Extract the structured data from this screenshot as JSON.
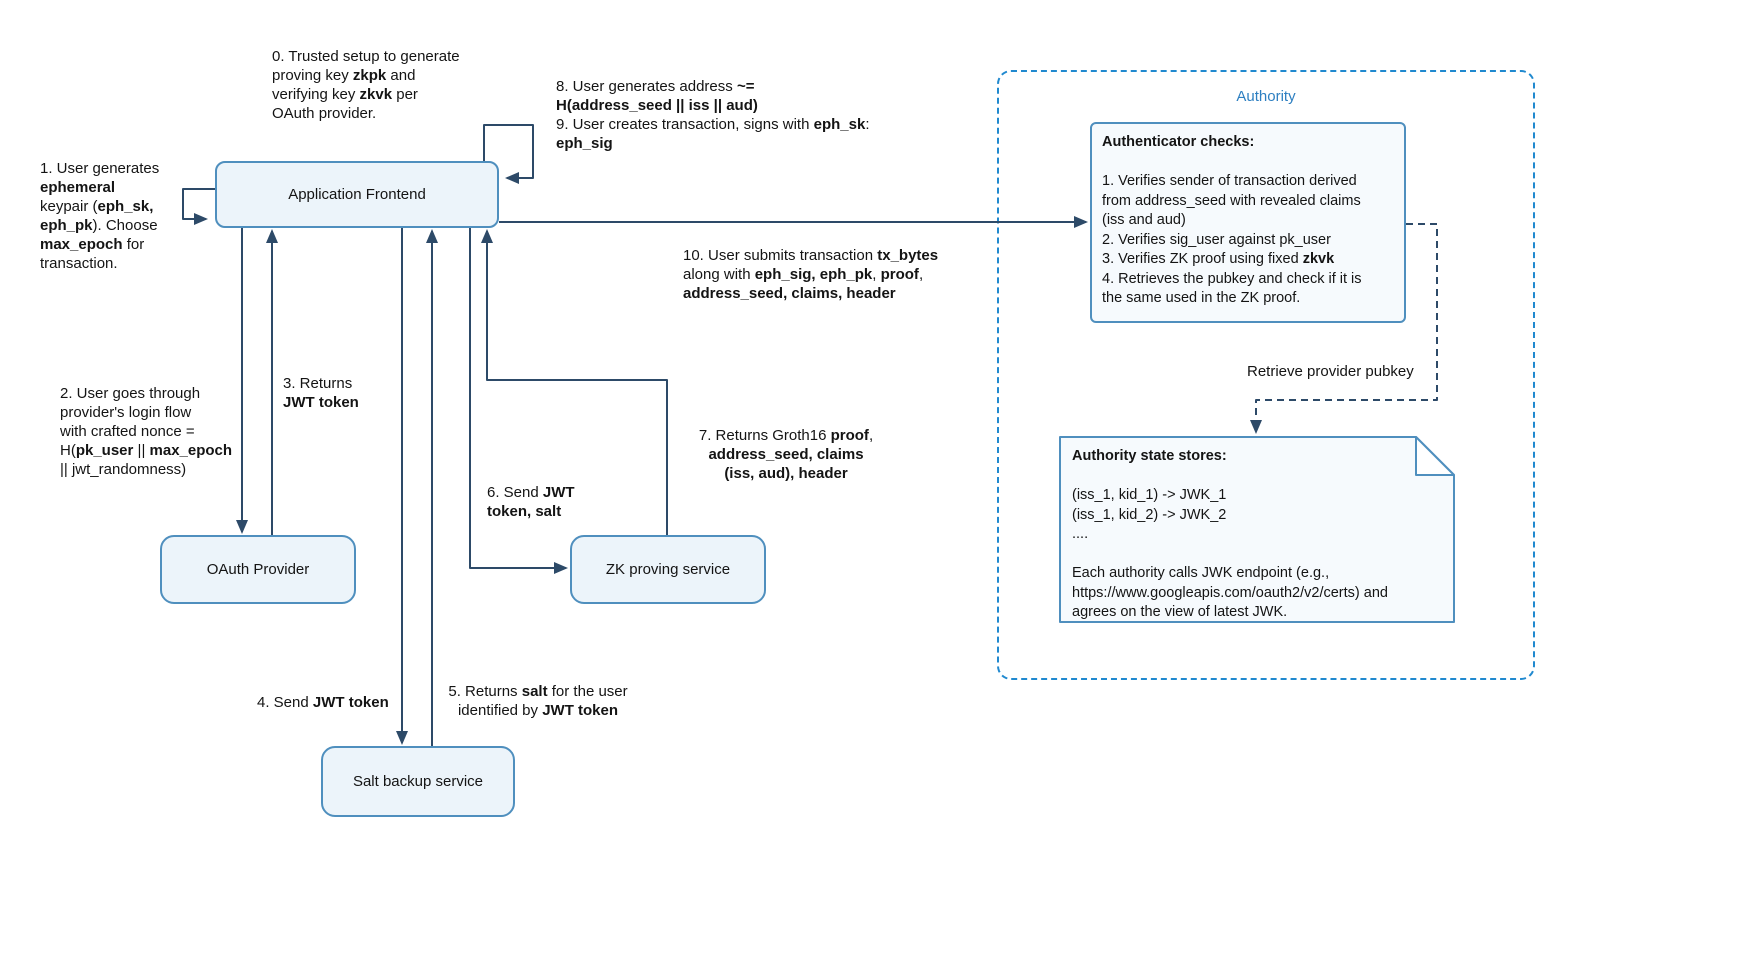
{
  "colors": {
    "box_border": "#4f8fbe",
    "box_fill": "#ecf4fa",
    "panel_fill": "#f6fafd",
    "arrow": "#2d4a68",
    "authority_border": "#2089cf",
    "authority_label": "#2d7fc1",
    "text": "#141414"
  },
  "nodes": {
    "application_frontend": "Application Frontend",
    "oauth_provider": "OAuth Provider",
    "zk_proving_service": "ZK proving service",
    "salt_backup_service": "Salt backup service"
  },
  "authority": {
    "label": "Authority",
    "authenticator_checks": [
      {
        "t": "Authenticator checks:",
        "b": 1
      },
      {
        "t": "\n\n1. Verifies sender of transaction derived\nfrom address_seed with revealed claims\n(iss and aud)\n2. Verifies sig_user against pk_user\n3. Verifies ZK proof using fixed "
      },
      {
        "t": "zkvk",
        "b": 1
      },
      {
        "t": "\n4. Retrieves the pubkey and check if it is\nthe same used in the ZK proof."
      }
    ],
    "state_stores": [
      {
        "t": "Authority state stores:",
        "b": 1
      },
      {
        "t": "\n\n(iss_1, kid_1) -> JWK_1\n(iss_1, kid_2) -> JWK_2\n....\n\nEach authority calls JWK endpoint (e.g.,\nhttps://www.googleapis.com/oauth2/v2/certs) and\nagrees on the view of latest JWK."
      }
    ]
  },
  "annotations": {
    "step0": [
      {
        "t": "0. Trusted setup to generate\nproving key "
      },
      {
        "t": "zkpk",
        "b": 1
      },
      {
        "t": " and\nverifying key "
      },
      {
        "t": "zkvk",
        "b": 1
      },
      {
        "t": " per\nOAuth provider."
      }
    ],
    "step1": [
      {
        "t": "1. User generates\n"
      },
      {
        "t": "ephemeral",
        "b": 1
      },
      {
        "t": "\nkeypair ("
      },
      {
        "t": "eph_sk,",
        "b": 1
      },
      {
        "t": "\n"
      },
      {
        "t": "eph_pk",
        "b": 1
      },
      {
        "t": "). Choose\n"
      },
      {
        "t": "max_epoch",
        "b": 1
      },
      {
        "t": " for\ntransaction."
      }
    ],
    "step2": [
      {
        "t": "2. User goes through\nprovider's login flow\nwith crafted nonce =\nH("
      },
      {
        "t": "pk_user",
        "b": 1
      },
      {
        "t": " || "
      },
      {
        "t": "max_epoch",
        "b": 1
      },
      {
        "t": "\n|| jwt_randomness)"
      }
    ],
    "step3": [
      {
        "t": "3. Returns\n"
      },
      {
        "t": "JWT token",
        "b": 1
      }
    ],
    "step4": [
      {
        "t": "4. Send "
      },
      {
        "t": "JWT token",
        "b": 1
      }
    ],
    "step5": [
      {
        "t": "5. Returns "
      },
      {
        "t": "salt",
        "b": 1
      },
      {
        "t": " for the user\nidentified by "
      },
      {
        "t": "JWT token",
        "b": 1
      }
    ],
    "step6": [
      {
        "t": "6. Send "
      },
      {
        "t": "JWT",
        "b": 1
      },
      {
        "t": "\n"
      },
      {
        "t": "token, salt",
        "b": 1
      }
    ],
    "step7": [
      {
        "t": "7. Returns Groth16 "
      },
      {
        "t": "proof",
        "b": 1
      },
      {
        "t": ",\n"
      },
      {
        "t": "address_seed, claims",
        "b": 1
      },
      {
        "t": "\n"
      },
      {
        "t": "(iss, aud), header",
        "b": 1
      }
    ],
    "step89": [
      {
        "t": "8. User generates address "
      },
      {
        "t": "~=",
        "b": 1
      },
      {
        "t": "\n"
      },
      {
        "t": "H(address_seed || iss || aud)",
        "b": 1
      },
      {
        "t": "\n9. User creates transaction, signs with "
      },
      {
        "t": "eph_sk",
        "b": 1
      },
      {
        "t": ":\n"
      },
      {
        "t": "eph_sig",
        "b": 1
      }
    ],
    "step10": [
      {
        "t": "10. User submits transaction "
      },
      {
        "t": "tx_bytes",
        "b": 1
      },
      {
        "t": "\nalong with "
      },
      {
        "t": "eph_sig, eph_pk",
        "b": 1
      },
      {
        "t": ", "
      },
      {
        "t": "proof",
        "b": 1
      },
      {
        "t": ",\n"
      },
      {
        "t": "address_seed, claims, header",
        "b": 1
      }
    ],
    "retrieve_pubkey": [
      {
        "t": "Retrieve provider pubkey"
      }
    ]
  }
}
